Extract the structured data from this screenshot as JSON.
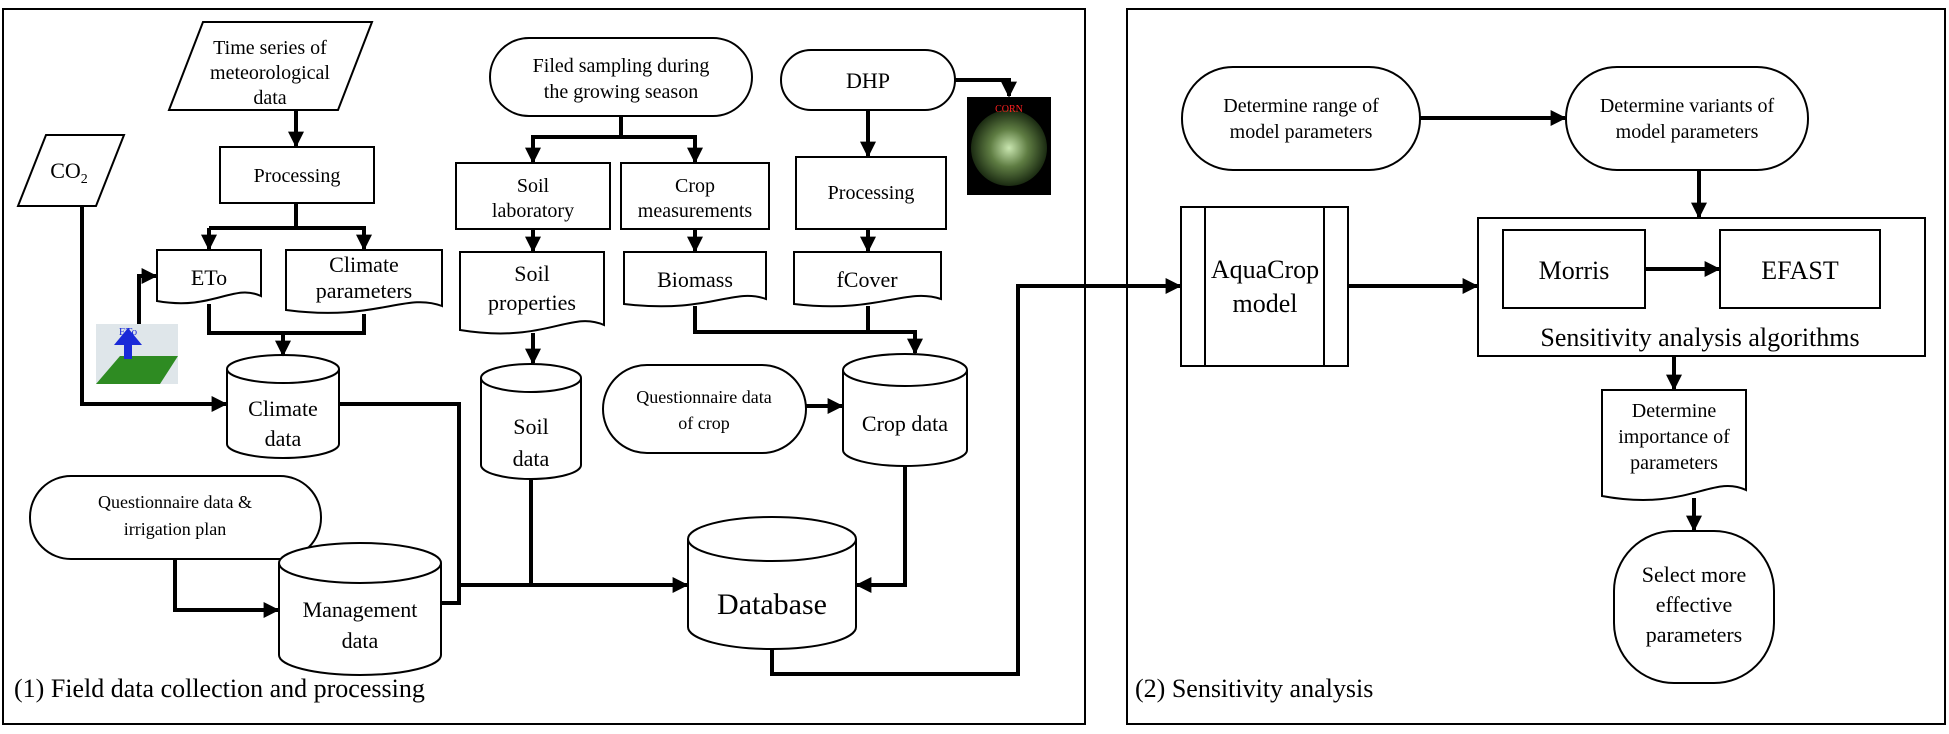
{
  "panels": {
    "left_label": "(1) Field data collection and processing",
    "right_label": "(2) Sensitivity analysis"
  },
  "nodes": {
    "time_series": [
      "Time series of",
      "meteorological",
      "data"
    ],
    "co2_main": "CO",
    "co2_sub": "2",
    "processing_left": "Processing",
    "eto": "ETo",
    "climate_params": [
      "Climate",
      "parameters"
    ],
    "eto_icon_label": "ETo",
    "climate_data": [
      "Climate",
      "data"
    ],
    "field_sampling": [
      "Filed sampling during",
      "the growing season"
    ],
    "soil_lab": [
      "Soil",
      "laboratory"
    ],
    "crop_meas": [
      "Crop",
      "measurements"
    ],
    "soil_props": [
      "Soil",
      "properties"
    ],
    "biomass": "Biomass",
    "soil_data": [
      "Soil",
      "data"
    ],
    "dhp": "DHP",
    "corn_label": "CORN",
    "processing_dhp": "Processing",
    "fcover": "fCover",
    "questionnaire_crop": [
      "Questionnaire data",
      "of crop"
    ],
    "crop_data": "Crop data",
    "questionnaire_irrig": [
      "Questionnaire data &",
      "irrigation plan"
    ],
    "management": [
      "Management",
      "data"
    ],
    "database": "Database",
    "range": [
      "Determine range of",
      "model parameters"
    ],
    "variants": [
      "Determine variants of",
      "model parameters"
    ],
    "aquacrop": [
      "AquaCrop",
      "model"
    ],
    "morris": "Morris",
    "efast": "EFAST",
    "sa_algorithms": "Sensitivity analysis algorithms",
    "importance": [
      "Determine",
      "importance of",
      "parameters"
    ],
    "select": [
      "Select more",
      "effective",
      "parameters"
    ]
  }
}
